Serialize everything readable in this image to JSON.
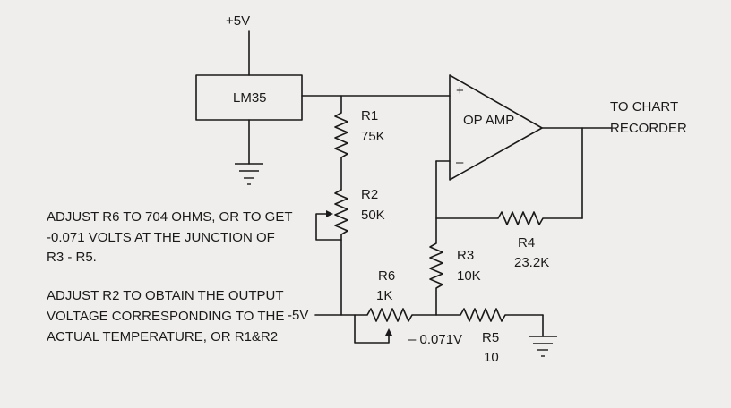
{
  "supply": {
    "positive": "+5V",
    "negative": "-5V"
  },
  "sensor": {
    "label": "LM35"
  },
  "opamp": {
    "label": "OP AMP",
    "plus": "+",
    "minus": "–"
  },
  "output": {
    "line1": "TO CHART",
    "line2": "RECORDER"
  },
  "resistors": {
    "r1": {
      "name": "R1",
      "value": "75K"
    },
    "r2": {
      "name": "R2",
      "value": "50K"
    },
    "r3": {
      "name": "R3",
      "value": "10K"
    },
    "r4": {
      "name": "R4",
      "value": "23.2K"
    },
    "r5": {
      "name": "R5",
      "value": "10"
    },
    "r6": {
      "name": "R6",
      "value": "1K"
    }
  },
  "junction_voltage": "– 0.071V",
  "notes": {
    "note1": [
      "ADJUST R6 TO 704 OHMS, OR TO GET",
      "-0.071 VOLTS AT THE JUNCTION OF",
      "R3 - R5."
    ],
    "note2": [
      "ADJUST R2 TO OBTAIN THE OUTPUT",
      "VOLTAGE CORRESPONDING TO THE",
      "ACTUAL TEMPERATURE, OR R1&R2"
    ]
  }
}
